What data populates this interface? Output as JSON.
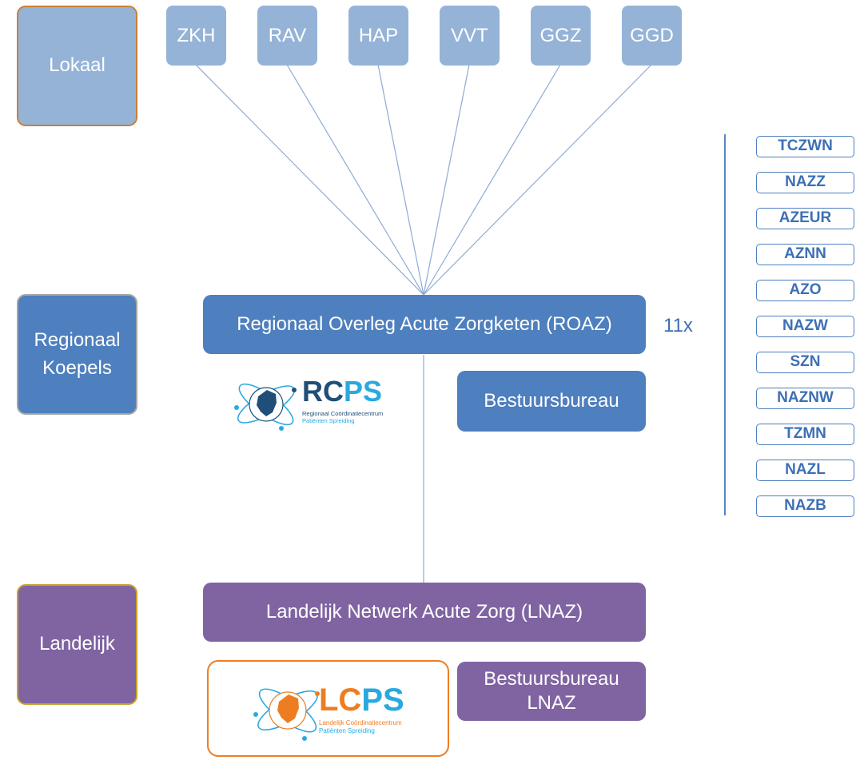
{
  "levels": {
    "lokaal": "Lokaal",
    "regionaal": [
      "Regionaal",
      "Koepels"
    ],
    "landelijk": "Landelijk"
  },
  "local_units": [
    "ZKH",
    "RAV",
    "HAP",
    "VVT",
    "GGZ",
    "GGD"
  ],
  "roaz": {
    "title": "Regionaal Overleg Acute Zorgketen (ROAZ)",
    "multiplier": "11x",
    "bureau": "Bestuursbureau"
  },
  "rcps": {
    "logo_a": "RC",
    "logo_b": "PS",
    "line1": "Regionaal Coördinatiecentrum",
    "line2": "Patiënten Spreiding"
  },
  "regions": [
    "TCZWN",
    "NAZZ",
    "AZEUR",
    "AZNN",
    "AZO",
    "NAZW",
    "SZN",
    "NAZNW",
    "TZMN",
    "NAZL",
    "NAZB"
  ],
  "lnaz": {
    "title": "Landelijk Netwerk Acute Zorg (LNAZ)",
    "bureau_line1": "Bestuursbureau",
    "bureau_line2": "LNAZ"
  },
  "lcps": {
    "logo_a": "LC",
    "logo_b": "PS",
    "line1": "Landelijk Coördinatiecentrum",
    "line2": "Patiënten Spreiding"
  },
  "colors": {
    "local_box": "#95b3d7",
    "regional_box": "#4e7fbe",
    "national_box": "#8064a2",
    "lokaal_border": "#c9803a",
    "regional_border": "#a6a6a6",
    "landelijk_border": "#c9a227",
    "lcps_orange": "#ee7d22",
    "cyan": "#2aa9e0",
    "navy": "#1f4e79"
  }
}
